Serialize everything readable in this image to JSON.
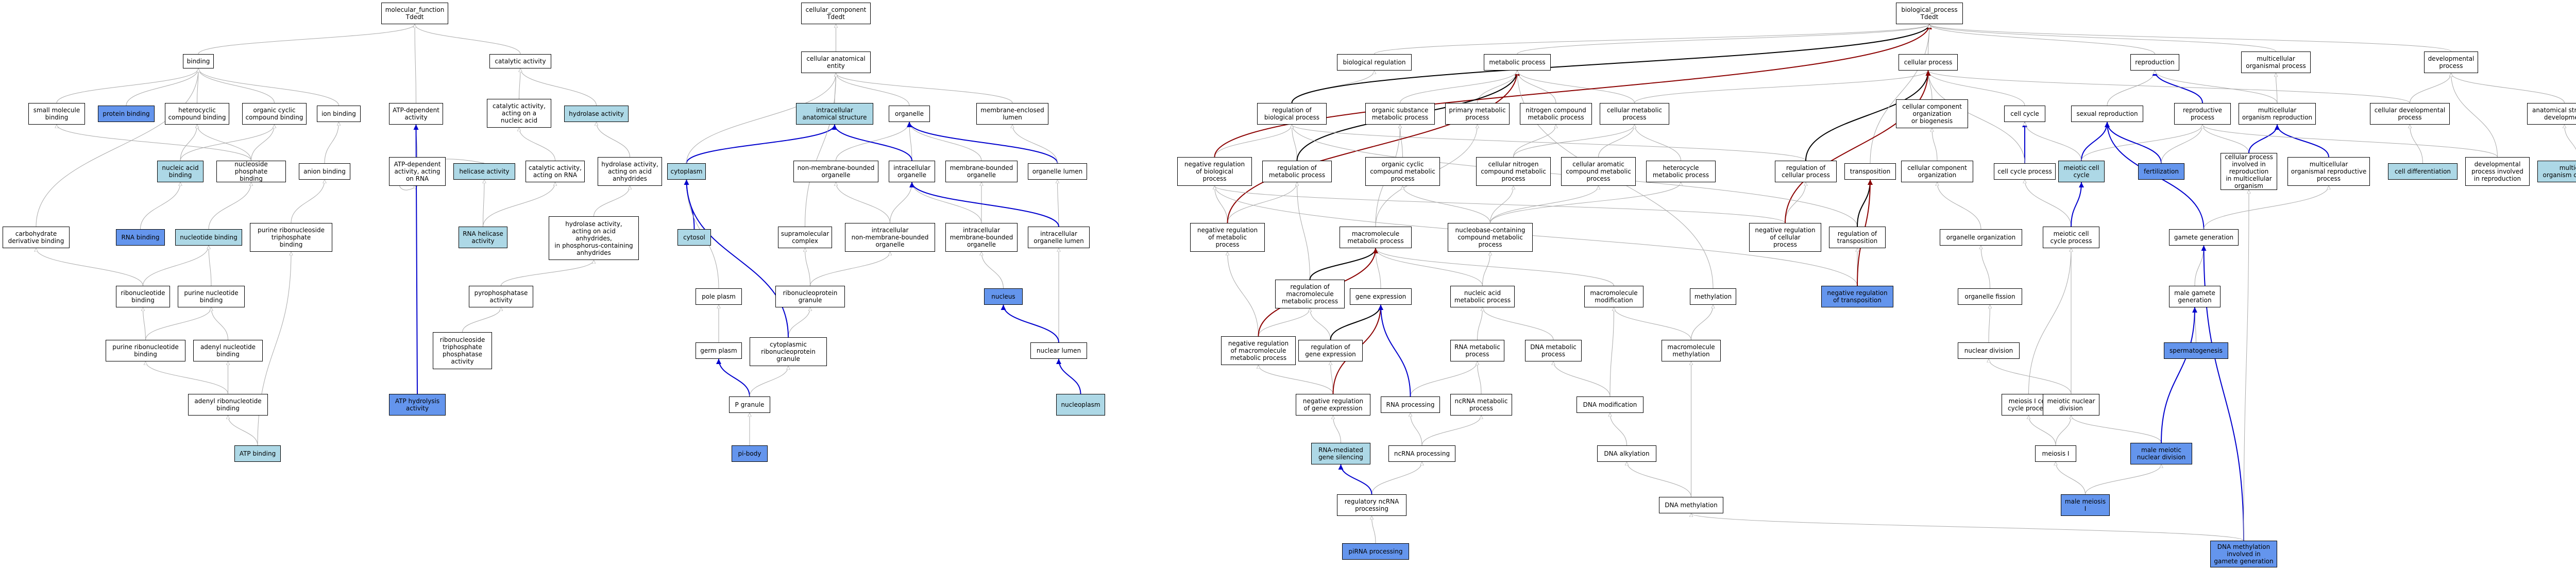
{
  "styles": {
    "light_fill": "#add8e6",
    "dark_fill": "#6495ed",
    "edge_gray": "#a9a9a9",
    "edge_blue": "#0000cd",
    "edge_red": "#8b0000",
    "edge_black": "#000000"
  },
  "nodes": {
    "molecular_function": {
      "label": "molecular_function\nTdedt",
      "style": "plain"
    },
    "binding": {
      "label": "binding",
      "style": "plain"
    },
    "catalytic_activity": {
      "label": "catalytic activity",
      "style": "plain"
    },
    "small_molecule_binding": {
      "label": "small molecule\nbinding",
      "style": "plain"
    },
    "protein_binding": {
      "label": "protein binding",
      "style": "dark"
    },
    "heterocyclic_compound_binding": {
      "label": "heterocyclic\ncompound binding",
      "style": "plain"
    },
    "organic_cyclic_compound_binding": {
      "label": "organic cyclic\ncompound binding",
      "style": "plain"
    },
    "ion_binding": {
      "label": "ion binding",
      "style": "plain"
    },
    "atp_dependent_activity": {
      "label": "ATP-dependent\nactivity",
      "style": "plain"
    },
    "catalytic_activity_nucleic_acid": {
      "label": "catalytic activity,\nacting on a\nnucleic acid",
      "style": "plain"
    },
    "hydrolase_activity": {
      "label": "hydrolase activity",
      "style": "light"
    },
    "nucleic_acid_binding": {
      "label": "nucleic acid\nbinding",
      "style": "light"
    },
    "nucleoside_phosphate_binding": {
      "label": "nucleoside phosphate\nbinding",
      "style": "plain"
    },
    "anion_binding": {
      "label": "anion binding",
      "style": "plain"
    },
    "atp_dependent_activity_rna": {
      "label": "ATP-dependent\nactivity, acting\non RNA",
      "style": "plain"
    },
    "helicase_activity": {
      "label": "helicase activity",
      "style": "light"
    },
    "catalytic_activity_rna": {
      "label": "catalytic activity,\nacting on RNA",
      "style": "plain"
    },
    "hydrolase_anhydrides": {
      "label": "hydrolase activity,\nacting on acid\nanhydrides",
      "style": "plain"
    },
    "rna_binding": {
      "label": "RNA binding",
      "style": "dark"
    },
    "nucleotide_binding": {
      "label": "nucleotide binding",
      "style": "light"
    },
    "purine_ribonucleoside_triphosphate_binding": {
      "label": "purine ribonucleoside\ntriphosphate\nbinding",
      "style": "plain"
    },
    "rna_helicase_activity": {
      "label": "RNA helicase\nactivity",
      "style": "light"
    },
    "hydrolase_phosphorus_anhydrides": {
      "label": "hydrolase activity,\nacting on acid\nanhydrides,\nin phosphorus-containing\nanhydrides",
      "style": "plain"
    },
    "carbohydrate_derivative_binding": {
      "label": "carbohydrate\nderivative binding",
      "style": "plain"
    },
    "ribonucleotide_binding": {
      "label": "ribonucleotide\nbinding",
      "style": "plain"
    },
    "purine_nucleotide_binding": {
      "label": "purine nucleotide\nbinding",
      "style": "plain"
    },
    "pyrophosphatase_activity": {
      "label": "pyrophosphatase\nactivity",
      "style": "plain"
    },
    "purine_ribonucleotide_binding": {
      "label": "purine ribonucleotide\nbinding",
      "style": "plain"
    },
    "adenyl_nucleotide_binding": {
      "label": "adenyl nucleotide\nbinding",
      "style": "plain"
    },
    "ribonucleoside_triphosphate_phosphatase": {
      "label": "ribonucleoside\ntriphosphate\nphosphatase\nactivity",
      "style": "plain"
    },
    "adenyl_ribonucleotide_binding": {
      "label": "adenyl ribonucleotide\nbinding",
      "style": "plain"
    },
    "atp_hydrolysis_activity": {
      "label": "ATP hydrolysis\nactivity",
      "style": "dark"
    },
    "atp_binding": {
      "label": "ATP binding",
      "style": "light"
    },
    "cellular_component": {
      "label": "cellular_component\nTdedt",
      "style": "plain"
    },
    "cellular_anatomical_entity": {
      "label": "cellular anatomical\nentity",
      "style": "plain"
    },
    "intracellular_anatomical_structure": {
      "label": "intracellular\nanatomical structure",
      "style": "light"
    },
    "organelle": {
      "label": "organelle",
      "style": "plain"
    },
    "membrane_enclosed_lumen": {
      "label": "membrane-enclosed\nlumen",
      "style": "plain"
    },
    "cytoplasm": {
      "label": "cytoplasm",
      "style": "light"
    },
    "non_membrane_bounded_organelle": {
      "label": "non-membrane-bounded\norganelle",
      "style": "plain"
    },
    "intracellular_organelle": {
      "label": "intracellular\norganelle",
      "style": "plain"
    },
    "membrane_bounded_organelle": {
      "label": "membrane-bounded\norganelle",
      "style": "plain"
    },
    "organelle_lumen": {
      "label": "organelle lumen",
      "style": "plain"
    },
    "cytosol": {
      "label": "cytosol",
      "style": "light"
    },
    "supramolecular_complex": {
      "label": "supramolecular\ncomplex",
      "style": "plain"
    },
    "intracellular_non_membrane_bounded_organelle": {
      "label": "intracellular\nnon-membrane-bounded\norganelle",
      "style": "plain"
    },
    "intracellular_membrane_bounded_organelle": {
      "label": "intracellular\nmembrane-bounded\norganelle",
      "style": "plain"
    },
    "intracellular_organelle_lumen": {
      "label": "intracellular\norganelle lumen",
      "style": "plain"
    },
    "pole_plasm": {
      "label": "pole plasm",
      "style": "plain"
    },
    "ribonucleoprotein_granule": {
      "label": "ribonucleoprotein\ngranule",
      "style": "plain"
    },
    "nucleus": {
      "label": "nucleus",
      "style": "dark"
    },
    "germ_plasm": {
      "label": "germ plasm",
      "style": "plain"
    },
    "cytoplasmic_ribonucleoprotein_granule": {
      "label": "cytoplasmic\nribonucleoprotein\ngranule",
      "style": "plain"
    },
    "nuclear_lumen": {
      "label": "nuclear lumen",
      "style": "plain"
    },
    "p_granule": {
      "label": "P granule",
      "style": "plain"
    },
    "nucleoplasm": {
      "label": "nucleoplasm",
      "style": "light"
    },
    "pi_body": {
      "label": "pi-body",
      "style": "dark"
    },
    "biological_process": {
      "label": "biological_process\nTdedt",
      "style": "plain"
    },
    "biological_regulation": {
      "label": "biological regulation",
      "style": "plain"
    },
    "metabolic_process": {
      "label": "metabolic process",
      "style": "plain"
    },
    "cellular_process": {
      "label": "cellular process",
      "style": "plain"
    },
    "reproduction": {
      "label": "reproduction",
      "style": "plain"
    },
    "multicellular_organismal_process": {
      "label": "multicellular\norganismal process",
      "style": "plain"
    },
    "developmental_process": {
      "label": "developmental\nprocess",
      "style": "plain"
    },
    "regulation_of_biological_process": {
      "label": "regulation of\nbiological process",
      "style": "plain"
    },
    "organic_substance_metabolic_process": {
      "label": "organic substance\nmetabolic process",
      "style": "plain"
    },
    "primary_metabolic_process": {
      "label": "primary metabolic\nprocess",
      "style": "plain"
    },
    "nitrogen_compound_metabolic_process": {
      "label": "nitrogen compound\nmetabolic process",
      "style": "plain"
    },
    "cellular_metabolic_process": {
      "label": "cellular metabolic\nprocess",
      "style": "plain"
    },
    "cellular_component_organization_or_biogenesis": {
      "label": "cellular component\norganization\nor biogenesis",
      "style": "plain"
    },
    "cell_cycle": {
      "label": "cell cycle",
      "style": "plain"
    },
    "sexual_reproduction": {
      "label": "sexual reproduction",
      "style": "plain"
    },
    "reproductive_process": {
      "label": "reproductive\nprocess",
      "style": "plain"
    },
    "multicellular_organism_reproduction": {
      "label": "multicellular\norganism reproduction",
      "style": "plain"
    },
    "cellular_developmental_process": {
      "label": "cellular developmental\nprocess",
      "style": "plain"
    },
    "anatomical_structure_development": {
      "label": "anatomical structure\ndevelopment",
      "style": "plain"
    },
    "negative_regulation_of_biological_process": {
      "label": "negative regulation\nof biological\nprocess",
      "style": "plain"
    },
    "regulation_of_metabolic_process": {
      "label": "regulation of\nmetabolic process",
      "style": "plain"
    },
    "organic_cyclic_compound_metabolic_process": {
      "label": "organic cyclic\ncompound metabolic\nprocess",
      "style": "plain"
    },
    "cellular_nitrogen_compound_metabolic_process": {
      "label": "cellular nitrogen\ncompound metabolic\nprocess",
      "style": "plain"
    },
    "cellular_aromatic_compound_metabolic_process": {
      "label": "cellular aromatic\ncompound metabolic\nprocess",
      "style": "plain"
    },
    "heterocycle_metabolic_process": {
      "label": "heterocycle\nmetabolic process",
      "style": "plain"
    },
    "regulation_of_cellular_process": {
      "label": "regulation of\ncellular process",
      "style": "plain"
    },
    "transposition": {
      "label": "transposition",
      "style": "plain"
    },
    "cellular_component_organization": {
      "label": "cellular component\norganization",
      "style": "plain"
    },
    "cell_cycle_process": {
      "label": "cell cycle process",
      "style": "plain"
    },
    "meiotic_cell_cycle": {
      "label": "meiotic cell\ncycle",
      "style": "light"
    },
    "fertilization": {
      "label": "fertilization",
      "style": "dark"
    },
    "cellular_process_reproduction_multicellular": {
      "label": "cellular process\ninvolved in\nreproduction\nin multicellular\norganism",
      "style": "plain"
    },
    "multicellular_organismal_reproductive_process": {
      "label": "multicellular\norganismal reproductive\nprocess",
      "style": "plain"
    },
    "cell_differentiation": {
      "label": "cell differentiation",
      "style": "light"
    },
    "developmental_process_reproduction": {
      "label": "developmental\nprocess involved\nin reproduction",
      "style": "plain"
    },
    "multicellular_organism_development": {
      "label": "multicellular\norganism development",
      "style": "light"
    },
    "negative_regulation_of_metabolic_process": {
      "label": "negative regulation\nof metabolic\nprocess",
      "style": "plain"
    },
    "macromolecule_metabolic_process": {
      "label": "macromolecule\nmetabolic process",
      "style": "plain"
    },
    "nucleobase_containing_compound_metabolic_process": {
      "label": "nucleobase-containing\ncompound metabolic\nprocess",
      "style": "plain"
    },
    "negative_regulation_of_cellular_process": {
      "label": "negative regulation\nof cellular\nprocess",
      "style": "plain"
    },
    "regulation_of_transposition": {
      "label": "regulation of\ntransposition",
      "style": "plain"
    },
    "organelle_organization": {
      "label": "organelle organization",
      "style": "plain"
    },
    "meiotic_cell_cycle_process": {
      "label": "meiotic cell\ncycle process",
      "style": "plain"
    },
    "gamete_generation": {
      "label": "gamete generation",
      "style": "plain"
    },
    "regulation_of_macromolecule_metabolic_process": {
      "label": "regulation of\nmacromolecule\nmetabolic process",
      "style": "plain"
    },
    "gene_expression": {
      "label": "gene expression",
      "style": "plain"
    },
    "nucleic_acid_metabolic_process": {
      "label": "nucleic acid\nmetabolic process",
      "style": "plain"
    },
    "macromolecule_modification": {
      "label": "macromolecule\nmodification",
      "style": "plain"
    },
    "methylation": {
      "label": "methylation",
      "style": "plain"
    },
    "negative_regulation_of_transposition": {
      "label": "negative regulation\nof transposition",
      "style": "dark"
    },
    "organelle_fission": {
      "label": "organelle fission",
      "style": "plain"
    },
    "male_gamete_generation": {
      "label": "male gamete\ngeneration",
      "style": "plain"
    },
    "negative_regulation_of_macromolecule_metabolic_process": {
      "label": "negative regulation\nof macromolecule\nmetabolic process",
      "style": "plain"
    },
    "regulation_of_gene_expression": {
      "label": "regulation of\ngene expression",
      "style": "plain"
    },
    "rna_metabolic_process": {
      "label": "RNA metabolic\nprocess",
      "style": "plain"
    },
    "dna_metabolic_process": {
      "label": "DNA metabolic\nprocess",
      "style": "plain"
    },
    "macromolecule_methylation": {
      "label": "macromolecule\nmethylation",
      "style": "plain"
    },
    "nuclear_division": {
      "label": "nuclear division",
      "style": "plain"
    },
    "spermatogenesis": {
      "label": "spermatogenesis",
      "style": "dark"
    },
    "negative_regulation_of_gene_expression": {
      "label": "negative regulation\nof gene expression",
      "style": "plain"
    },
    "rna_processing": {
      "label": "RNA processing",
      "style": "plain"
    },
    "ncrna_metabolic_process": {
      "label": "ncRNA metabolic\nprocess",
      "style": "plain"
    },
    "dna_modification": {
      "label": "DNA modification",
      "style": "plain"
    },
    "meiosis_i_cell_cycle_process": {
      "label": "meiosis I cell\ncycle process",
      "style": "plain"
    },
    "meiotic_nuclear_division": {
      "label": "meiotic nuclear\ndivision",
      "style": "plain"
    },
    "rna_mediated_gene_silencing": {
      "label": "RNA-mediated\ngene silencing",
      "style": "light"
    },
    "ncrna_processing": {
      "label": "ncRNA processing",
      "style": "plain"
    },
    "dna_alkylation": {
      "label": "DNA alkylation",
      "style": "plain"
    },
    "meiosis_i": {
      "label": "meiosis I",
      "style": "plain"
    },
    "male_meiotic_nuclear_division": {
      "label": "male meiotic\nnuclear division",
      "style": "dark"
    },
    "regulatory_ncrna_processing": {
      "label": "regulatory ncRNA\nprocessing",
      "style": "plain"
    },
    "dna_methylation": {
      "label": "DNA methylation",
      "style": "plain"
    },
    "male_meiosis_i": {
      "label": "male meiosis\nI",
      "style": "dark"
    },
    "pirna_processing": {
      "label": "piRNA processing",
      "style": "dark"
    },
    "dna_methylation_gamete": {
      "label": "DNA methylation\ninvolved in\ngamete generation",
      "style": "dark"
    }
  }
}
